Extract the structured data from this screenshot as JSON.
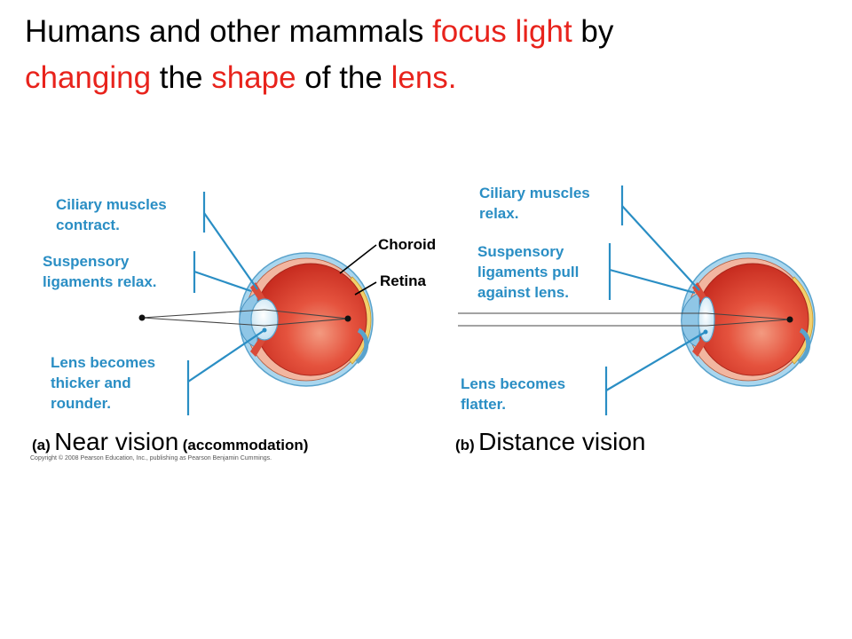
{
  "title": {
    "seg1": "Humans and other mammals ",
    "seg2": "focus light",
    "seg3": " by ",
    "seg4": "changing",
    "seg5": " the ",
    "seg6": "shape",
    "seg7": " of the ",
    "seg8": "lens."
  },
  "panel_a": {
    "ciliary": [
      "Ciliary muscles",
      "contract."
    ],
    "suspensory": [
      "Suspensory",
      "ligaments relax."
    ],
    "lens": [
      "Lens becomes",
      "thicker and",
      "rounder."
    ],
    "choroid": "Choroid",
    "retina": "Retina",
    "caption_letter": "(a)",
    "caption_main": "Near vision",
    "caption_sub": "(accommodation)"
  },
  "panel_b": {
    "ciliary": [
      "Ciliary muscles",
      "relax."
    ],
    "suspensory": [
      "Suspensory",
      "ligaments pull",
      "against lens."
    ],
    "lens": [
      "Lens becomes",
      "flatter."
    ],
    "caption_letter": "(b)",
    "caption_main": "Distance vision"
  },
  "copyright": "Copyright © 2008 Pearson Education, Inc., publishing as Pearson Benjamin Cummings.",
  "colors": {
    "highlight": "#e8231c",
    "label_blue": "#2a8ec4",
    "eye_red": "#d93a2b",
    "sclera_blue": "#a9d6ee",
    "retina_yellow": "#f3cf6b"
  }
}
